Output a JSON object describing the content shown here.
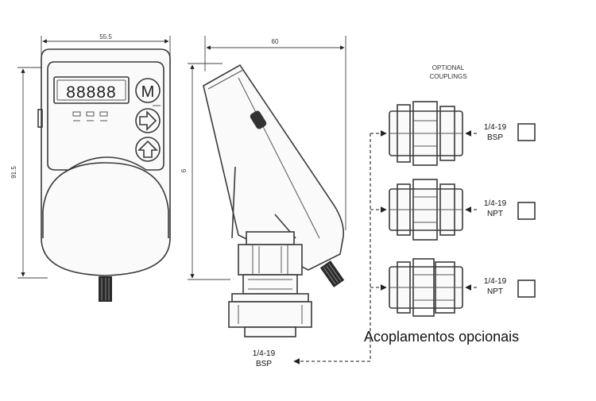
{
  "dimensions": {
    "front_width": "55.5",
    "front_height": "91.5",
    "side_width": "60",
    "side_height": "6"
  },
  "display": {
    "digits": "88888",
    "mode_key": "M"
  },
  "optional_couplings_title": [
    "OPTIONAL",
    "COUPLINGS"
  ],
  "couplings": [
    {
      "size": "1/4-19",
      "thread": "BSP"
    },
    {
      "size": "1/4-19",
      "thread": "NPT"
    },
    {
      "size": "1/4-19",
      "thread": "NPT"
    }
  ],
  "inlet": {
    "size": "1/4-19",
    "thread": "BSP"
  },
  "caption": "Acoplamentos opcionais"
}
